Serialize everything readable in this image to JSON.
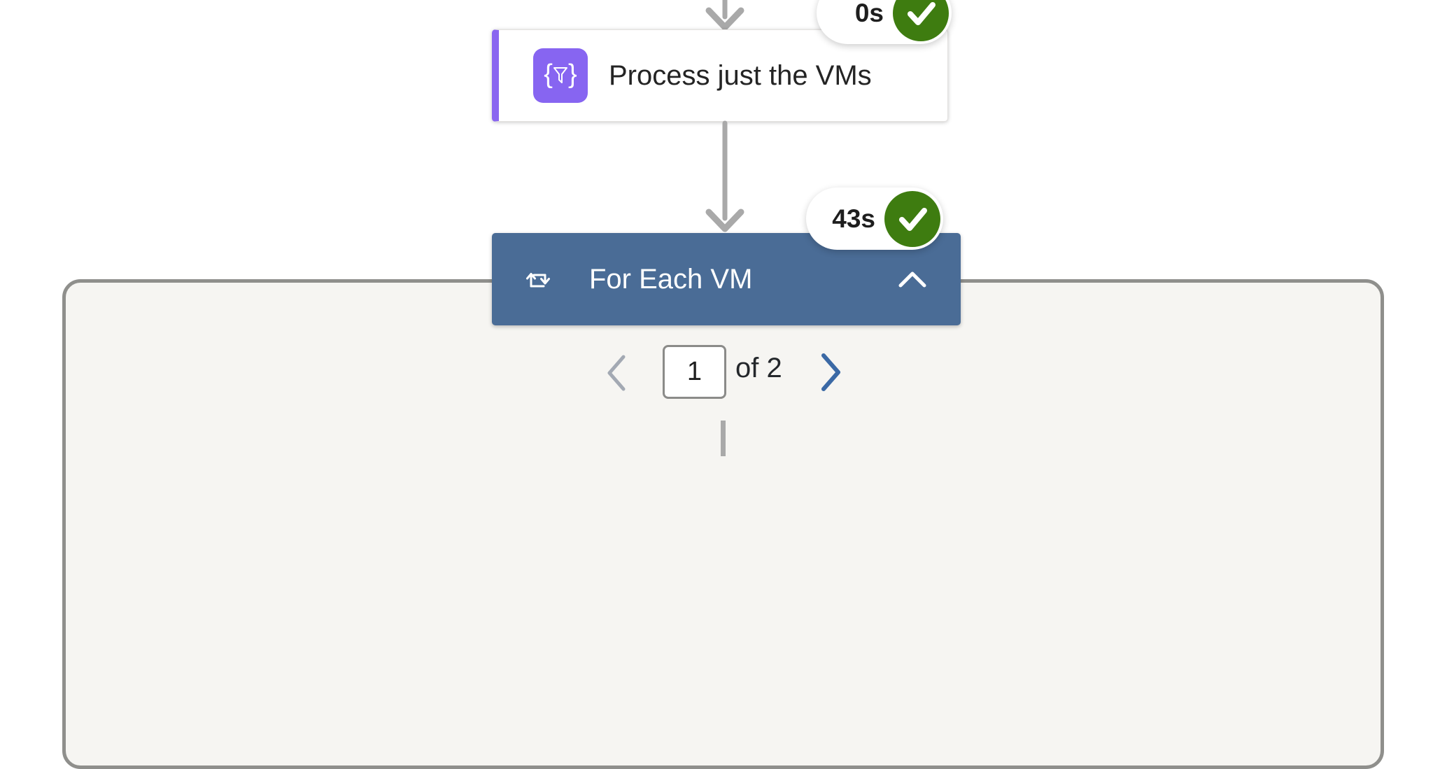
{
  "flow_canvas": {
    "action_card": {
      "label": "Process just the VMs",
      "icon": "filter-braces",
      "accent_color": "#8a66f0",
      "status": {
        "duration": "0s",
        "result": "succeeded"
      }
    },
    "foreach_loop": {
      "label": "For Each VM",
      "icon": "loop",
      "header_color": "#4a6c96",
      "collapsed": false,
      "status": {
        "duration": "43s",
        "result": "succeeded"
      },
      "pagination": {
        "current_page": "1",
        "of_label": "of 2",
        "prev_enabled": false,
        "next_enabled": true
      }
    },
    "colors": {
      "success_green": "#3e7c10",
      "connector_gray": "#a9a9a9",
      "scope_border": "#8f8f8c",
      "scope_background": "#f6f5f2",
      "next_chevron_blue": "#3b69a5",
      "prev_chevron_gray": "#a3a9b3"
    }
  }
}
